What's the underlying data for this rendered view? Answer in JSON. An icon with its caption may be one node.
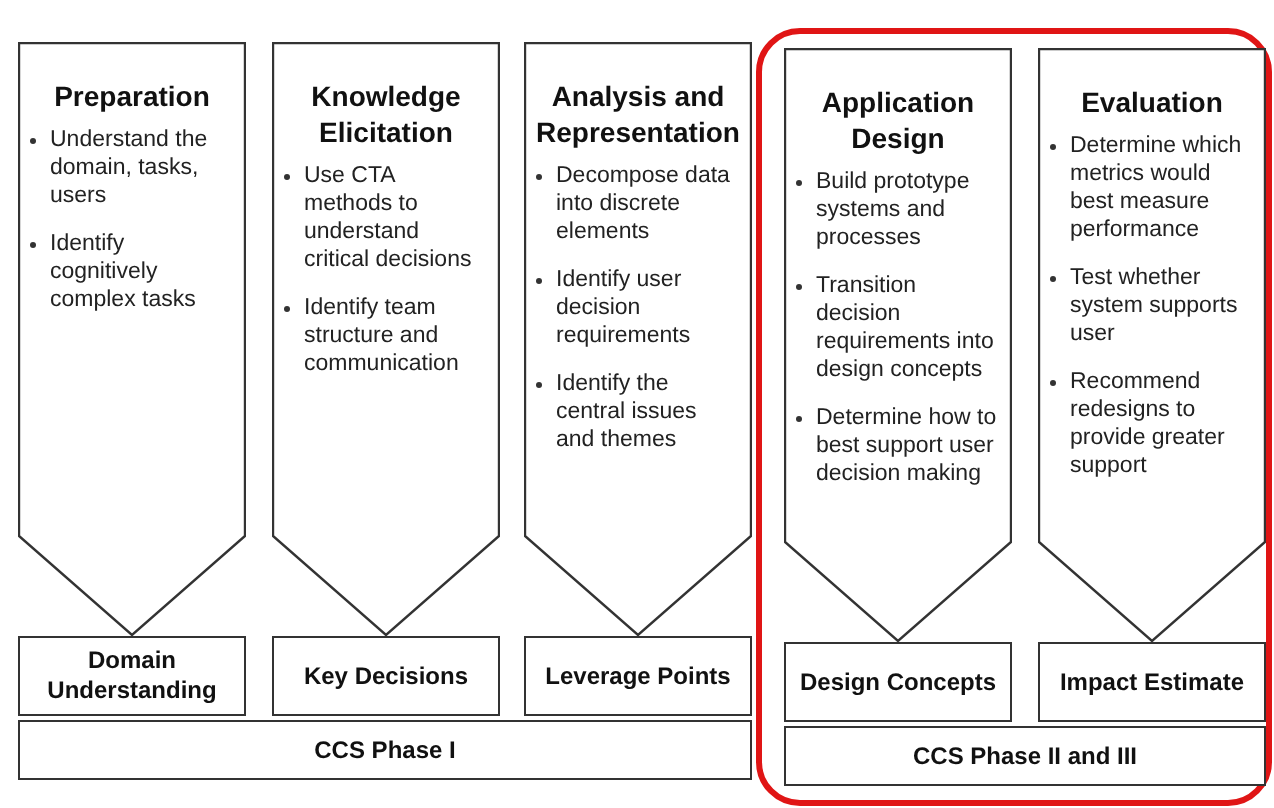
{
  "diagram": {
    "nodes": [
      {
        "text": [
          "Preparation",
          "Understand the domain, tasks, users",
          "Identify cognitively complex tasks"
        ]
      },
      {
        "text": [
          "Knowledge Elicitation",
          "Use CTA methods to understand critical decisions",
          "Identify team structure and communication"
        ]
      },
      {
        "text": [
          "Analysis and Representation",
          "Decompose data into discrete elements",
          "Identify user decision requirements",
          "Identify the central issues and themes"
        ]
      },
      {
        "text": [],
        "shape": "box"
      },
      {
        "text": [
          "Application Design",
          "Build prototype systems and processes",
          "Transition decision requirements into design concepts",
          "Determine how to best support user decision making"
        ],
        "in": 3
      },
      {
        "text": [
          "Evaluation",
          "Determine which metrics would best measure performance",
          "Test whether system supports user",
          "Recommend redesigns to provide greater support"
        ],
        "in": 3
      },
      {
        "text": [
          "Domain Understanding"
        ]
      },
      {
        "text": [
          "Key Decisions"
        ]
      },
      {
        "text": [
          "Leverage Points"
        ]
      },
      {
        "text": [
          "Design Concepts"
        ],
        "in": 3
      },
      {
        "text": [
          "Impact Estimate"
        ],
        "in": 3
      },
      {
        "text": [
          "CCS Phase I"
        ]
      },
      {
        "text": [
          "CCS Phase II and III"
        ],
        "in": 3
      }
    ]
  }
}
